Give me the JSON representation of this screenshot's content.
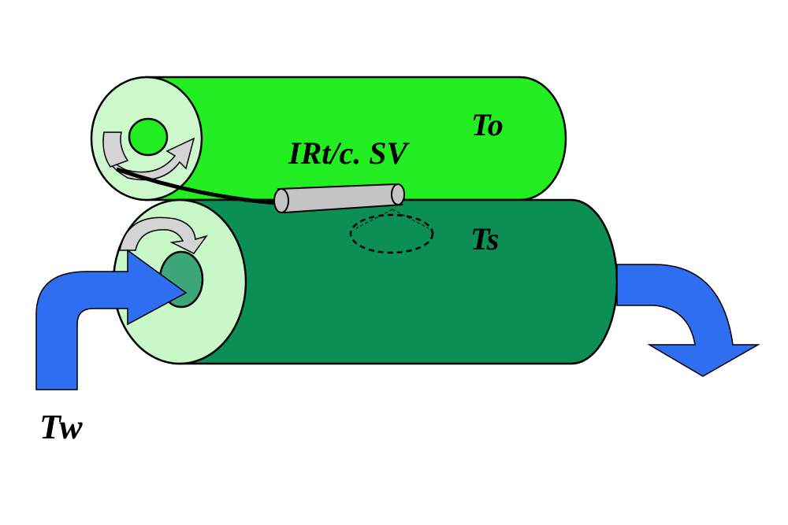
{
  "labels": {
    "outer_roll_temp": "To",
    "sensor": "IRt/c. SV",
    "surface_temp": "Ts",
    "water_temp": "Tw"
  },
  "colors": {
    "upper_roll": "#22ee22",
    "upper_roll_end": "#ccf8cc",
    "lower_roll": "#0b8f55",
    "lower_roll_end": "#c8f7c8",
    "lower_core": "#3da779",
    "flow_arrow": "#2d6ff0",
    "rotation_arrow": "#d4d4d4",
    "sensor_body": "#c4c4c4",
    "outline": "#000000"
  },
  "icons": {
    "inlet": "water-inlet-arrow",
    "outlet": "water-outlet-arrow",
    "rotation": "rotation-arrow",
    "sensor": "ir-thermocouple-probe"
  }
}
